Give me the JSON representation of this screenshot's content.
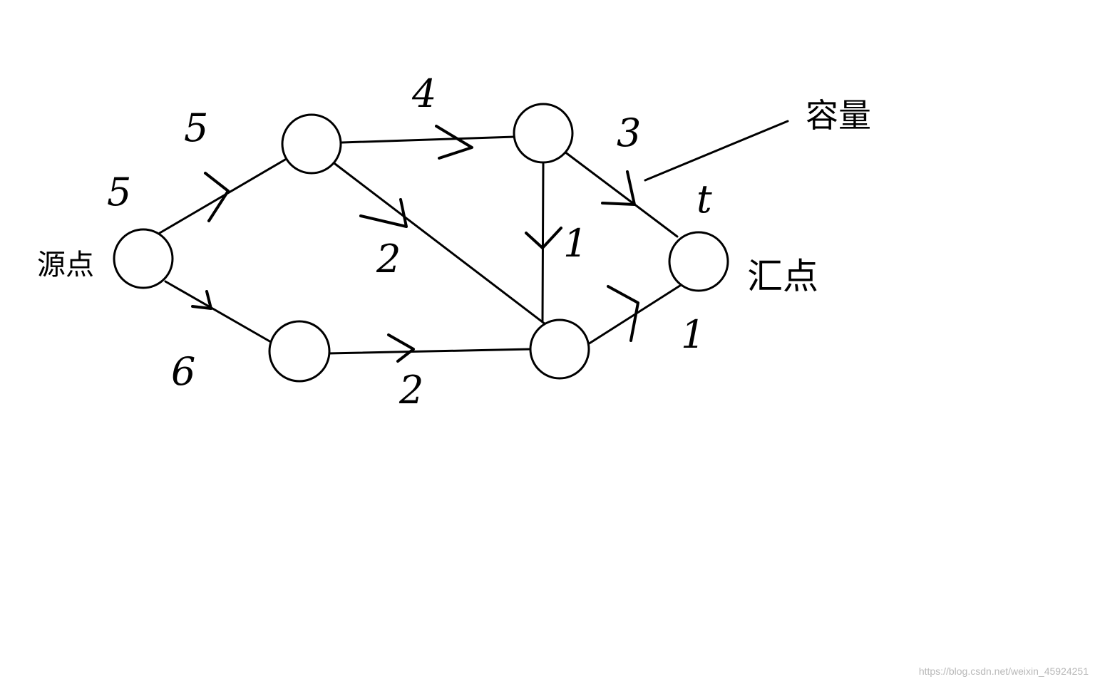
{
  "labels": {
    "source": "源点",
    "sink": "汇点",
    "capacity": "容量",
    "sink_symbol": "t"
  },
  "capacities": {
    "s_to_a": "5",
    "s_to_a_second": "5",
    "s_to_c": "6",
    "a_to_b": "4",
    "a_to_d": "2",
    "b_to_t": "3",
    "b_to_d": "1",
    "c_to_d": "2",
    "d_to_t": "1"
  },
  "watermark": "https://blog.csdn.net/weixin_45924251"
}
